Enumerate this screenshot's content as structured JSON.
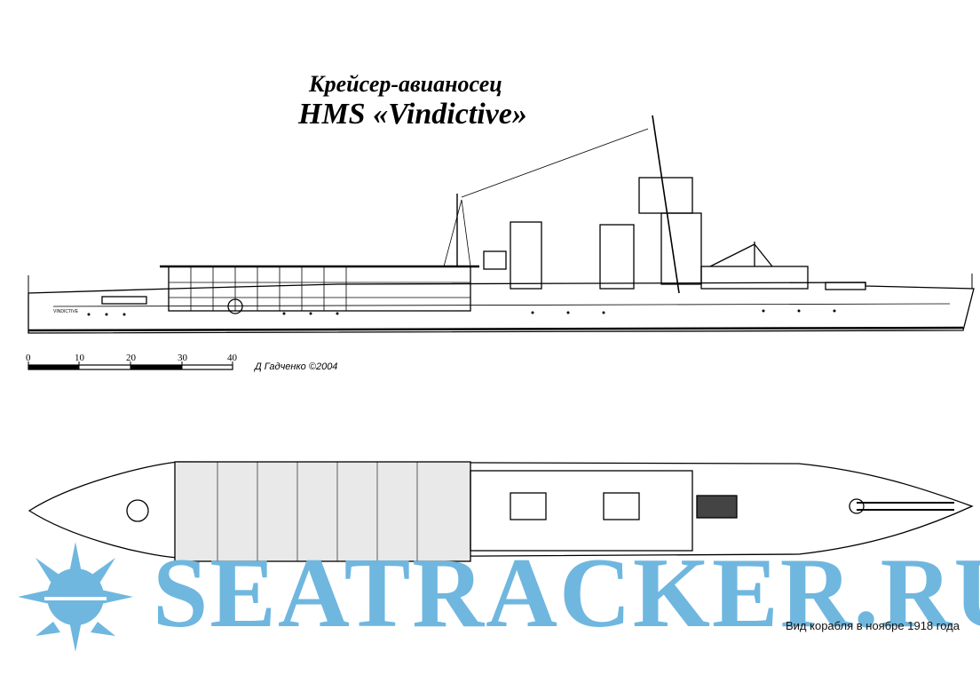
{
  "title": {
    "line1": "Крейсер-авианосец",
    "line2": "HMS «Vindictive»"
  },
  "scale_bar": {
    "ticks": [
      "0",
      "10",
      "20",
      "30",
      "40"
    ]
  },
  "author_signature": "Д Гадченко ©2004",
  "hull_name": "VINDICTIVE",
  "caption": "Вид корабля в ноябре 1918 года",
  "watermark": {
    "text": "SEATRACKER.RU",
    "color": "#6fb7df"
  }
}
